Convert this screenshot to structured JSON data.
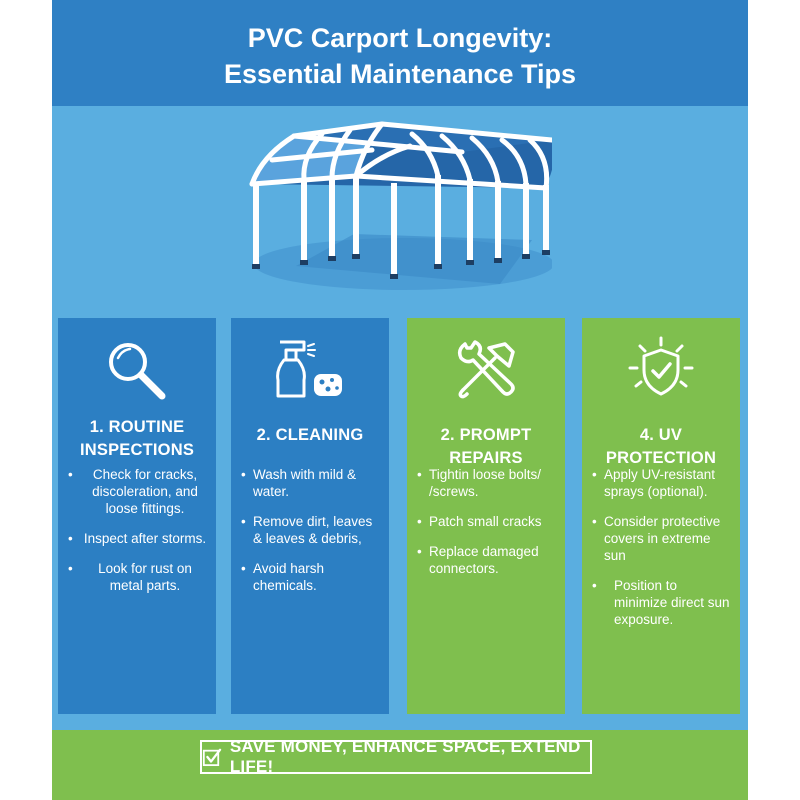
{
  "header": {
    "title_line1": "PVC Carport Longevity:",
    "title_line2": "Essential Maintenance Tips"
  },
  "hero": {
    "icon": "carport-illustration"
  },
  "cards": [
    {
      "icon": "magnifier-icon",
      "title_line1": "1. ROUTINE",
      "title_line2": "INSPECTIONS",
      "color": "#2c7fc3",
      "bullets": [
        "Check for cracks, discoleration, and loose fittings.",
        "Inspect after storms.",
        "Look for rust on metal parts."
      ]
    },
    {
      "icon": "spray-bottle-sponge-icon",
      "title": "2. CLEANING",
      "color": "#2c7fc3",
      "bullets": [
        "Wash with mild & water.",
        "Remove dirt, leaves & leaves & debris,",
        "Avoid harsh chemicals."
      ]
    },
    {
      "icon": "wrench-hammer-icon",
      "title": "2. PROMPT REPAIRS",
      "color": "#7fbf4e",
      "bullets": [
        "Tightin loose bolts/ /screws.",
        "Patch small cracks",
        "Replace damaged connectors."
      ]
    },
    {
      "icon": "sun-shield-check-icon",
      "title": "4. UV PROTECTION",
      "color": "#7fbf4e",
      "bullets": [
        "Apply UV-resistant sprays (optional).",
        "Consider protective covers in extreme sun",
        "Position to minimize direct sun exposure."
      ]
    }
  ],
  "footer": {
    "icon": "checkbox-icon",
    "text": "SAVE MONEY, ENHANCE SPACE, EXTEND LIFE!"
  },
  "colors": {
    "header_bg": "#2f80c4",
    "body_bg": "#5aaee0",
    "card_blue": "#2c7fc3",
    "card_green": "#7fbf4e"
  }
}
